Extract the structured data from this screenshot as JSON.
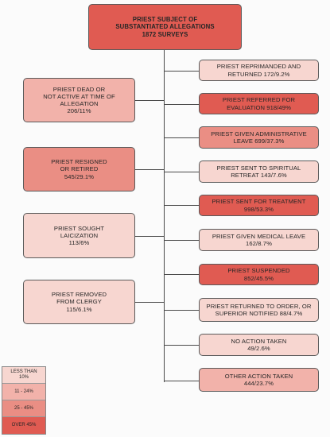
{
  "colors": {
    "less_than_10": "#f7d6d0",
    "from_11_to_24": "#f2b2aa",
    "from_25_to_45": "#ea8e84",
    "over_45": "#e05b52"
  },
  "root": {
    "line1": "PRIEST SUBJECT OF",
    "line2": "SUBSTANTIATED ALLEGATIONS",
    "line3": "1872 SURVEYS"
  },
  "left_boxes": [
    {
      "line1": "PRIEST DEAD OR",
      "line2": "NOT ACTIVE AT TIME OF",
      "line3": "ALLEGATION",
      "line4": "206/11%",
      "tier": "11-24%"
    },
    {
      "line1": "PRIEST RESIGNED",
      "line2": "OR RETIRED",
      "line3": "545/29.1%",
      "tier": "25-45%"
    },
    {
      "line1": "PRIEST SOUGHT",
      "line2": "LAICIZATION",
      "line3": "113/6%",
      "tier": "less than 10%"
    },
    {
      "line1": "PRIEST REMOVED",
      "line2": "FROM CLERGY",
      "line3": "115/6.1%",
      "tier": "less than 10%"
    }
  ],
  "right_boxes": [
    {
      "line1": "PRIEST REPRIMANDED AND",
      "line2": "RETURNED    172/9.2%",
      "tier": "less than 10%"
    },
    {
      "line1": "PRIEST REFERRED FOR",
      "line2": "EVALUATION   918/49%",
      "tier": "over 45%"
    },
    {
      "line1": "PRIEST GIVEN ADMINISTRATIVE",
      "line2": "LEAVE   699/37.3%",
      "tier": "25-45%"
    },
    {
      "line1": "PRIEST SENT TO SPIRITUAL",
      "line2": "RETREAT   143/7.6%",
      "tier": "less than 10%"
    },
    {
      "line1": "PRIEST SENT FOR TREATMENT",
      "line2": "998/53.3%",
      "tier": "over 45%"
    },
    {
      "line1": "PRIEST GIVEN MEDICAL LEAVE",
      "line2": "162/8.7%",
      "tier": "less than 10%"
    },
    {
      "line1": "PRIEST SUSPENDED",
      "line2": "852/45.5%",
      "tier": "over 45%"
    },
    {
      "line1": "PRIEST RETURNED TO ORDER, OR",
      "line2": "SUPERIOR NOTIFIED   88/4.7%",
      "tier": "less than 10%"
    },
    {
      "line1": "NO ACTION TAKEN",
      "line2": "49/2.6%",
      "tier": "less than 10%"
    },
    {
      "line1": "OTHER ACTION TAKEN",
      "line2": "444/23.7%",
      "tier": "11-24%"
    }
  ],
  "legend": {
    "less_than_10_line1": "LESS THAN",
    "less_than_10_line2": "10%",
    "from_11_to_24": "11 - 24%",
    "from_25_to_45": "25 - 45%",
    "over_45": "OVER 45%"
  }
}
